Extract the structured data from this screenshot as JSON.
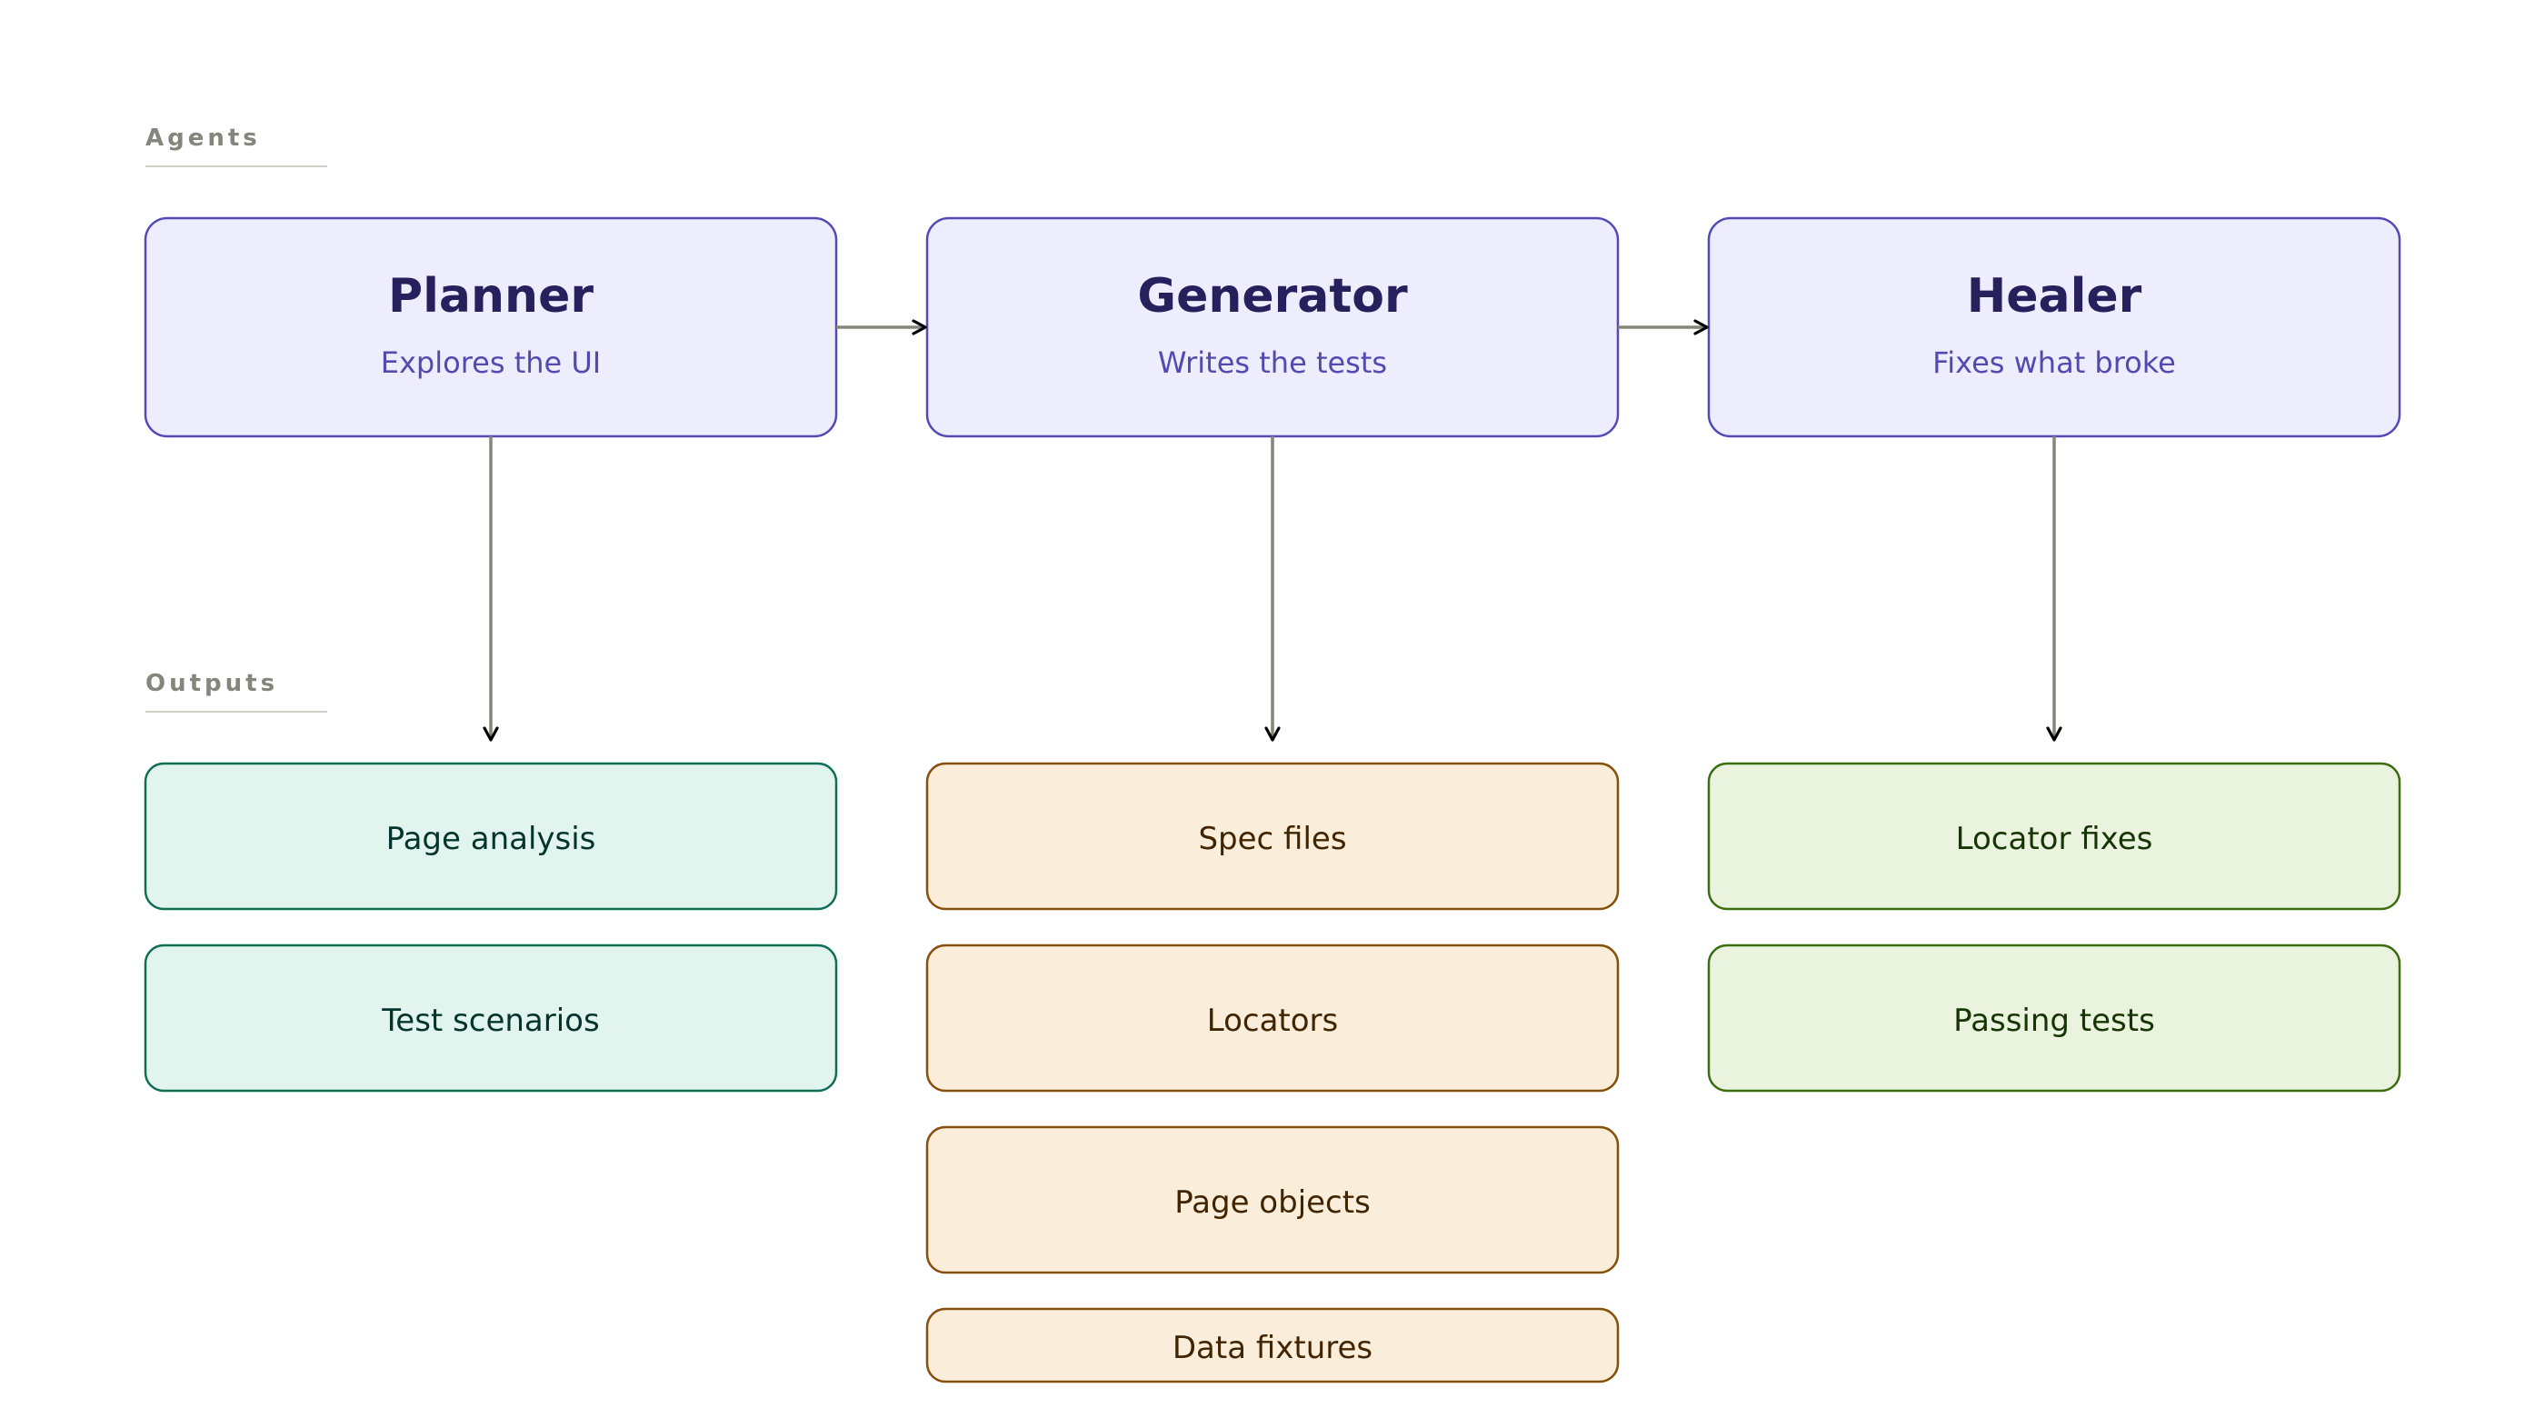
{
  "sections": {
    "agents_label": "Agents",
    "outputs_label": "Outputs"
  },
  "agents": [
    {
      "title": "Planner",
      "subtitle": "Explores the UI"
    },
    {
      "title": "Generator",
      "subtitle": "Writes the tests"
    },
    {
      "title": "Healer",
      "subtitle": "Fixes what broke"
    }
  ],
  "outputs": {
    "planner": [
      "Page analysis",
      "Test scenarios"
    ],
    "generator": [
      "Spec files",
      "Locators",
      "Page objects",
      "Data fixtures"
    ],
    "healer": [
      "Locator fixes",
      "Passing tests"
    ]
  },
  "colors": {
    "agent_fill": "#eeedfe",
    "agent_stroke": "#534ab7",
    "agent_title": "#26215c",
    "agent_subtitle": "#534ab0",
    "planner_fill": "#e1f5ee",
    "planner_stroke": "#0f6e56",
    "planner_text": "#04342c",
    "generator_fill": "#faeeda",
    "generator_stroke": "#854f0b",
    "generator_text": "#412402",
    "healer_fill": "#eaf3de",
    "healer_stroke": "#3b6d11",
    "healer_text": "#173404",
    "connector": "#86857b",
    "section_label": "#86857b"
  }
}
